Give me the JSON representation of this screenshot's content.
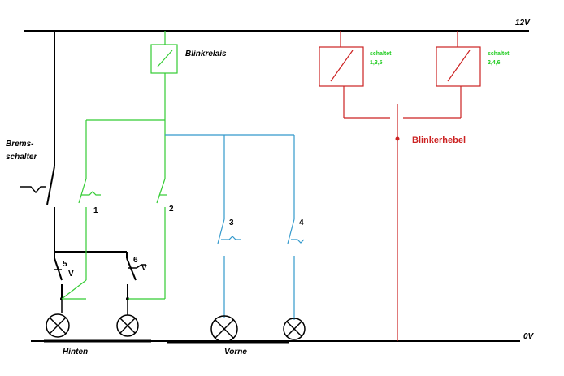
{
  "labels": {
    "v12": "12V",
    "v0": "0V",
    "blinkrelais": "Blinkrelais",
    "brems1": "Brems-",
    "brems2": "schalter",
    "schaltet1_line1": "schaltet",
    "schaltet1_line2": "1,3,5",
    "schaltet2_line1": "schaltet",
    "schaltet2_line2": "2,4,6",
    "blinkerhebel": "Blinkerhebel",
    "hinten": "Hinten",
    "vorne": "Vorne",
    "sw1": "1",
    "sw2": "2",
    "sw3": "3",
    "sw4": "4",
    "sw5": "5",
    "sw6": "6",
    "v_mark5": "V",
    "v_mark6": "V"
  },
  "colors": {
    "black": "#000000",
    "green": "#33cc33",
    "blue": "#3399cc",
    "red": "#cc2222"
  }
}
